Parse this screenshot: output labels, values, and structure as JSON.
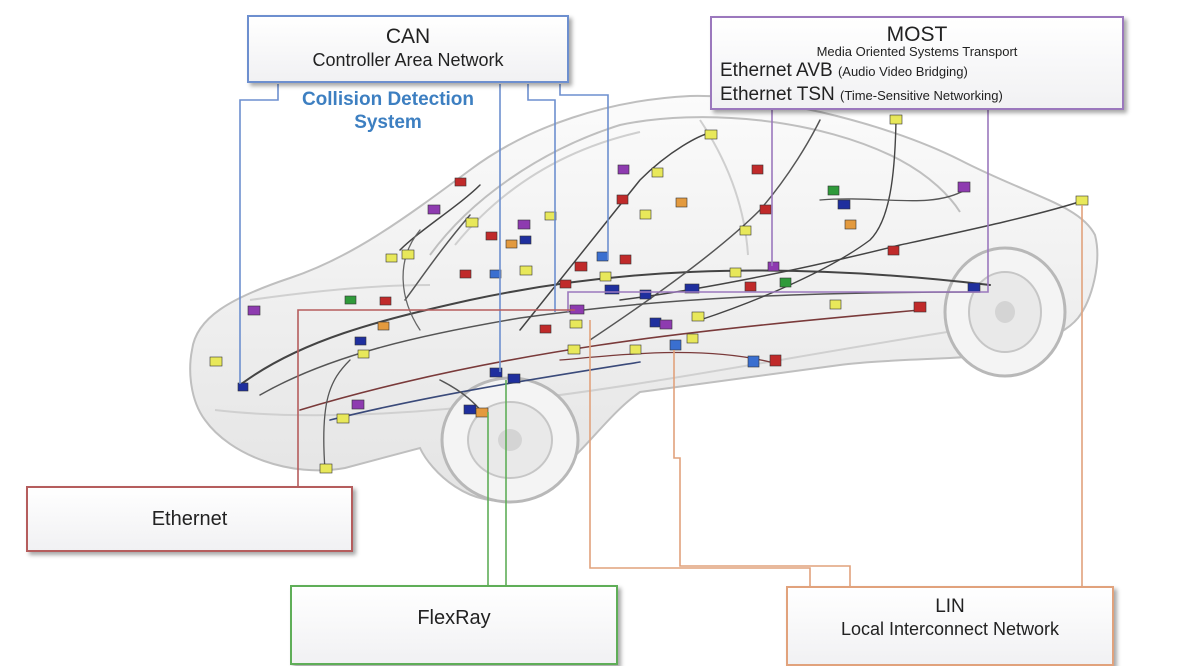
{
  "colors": {
    "can": "#6d8fcf",
    "most": "#9b78bd",
    "ethernet": "#b55d5d",
    "flexray": "#5fae58",
    "lin": "#e1a27c",
    "collision_text": "#3d7fc1"
  },
  "labels": {
    "can": {
      "title": "CAN",
      "subtitle": "Controller Area Network"
    },
    "collision": {
      "line1": "Collision Detection",
      "line2": "System"
    },
    "most": {
      "title": "MOST",
      "subtitle": "Media Oriented Systems Transport",
      "avb": "Ethernet AVB",
      "avb_note": "(Audio Video Bridging)",
      "tsn": "Ethernet TSN",
      "tsn_note": "(Time-Sensitive Networking)"
    },
    "ethernet": {
      "title": "Ethernet"
    },
    "flexray": {
      "title": "FlexRay"
    },
    "lin": {
      "title": "LIN",
      "subtitle": "Local Interconnect Network"
    }
  }
}
